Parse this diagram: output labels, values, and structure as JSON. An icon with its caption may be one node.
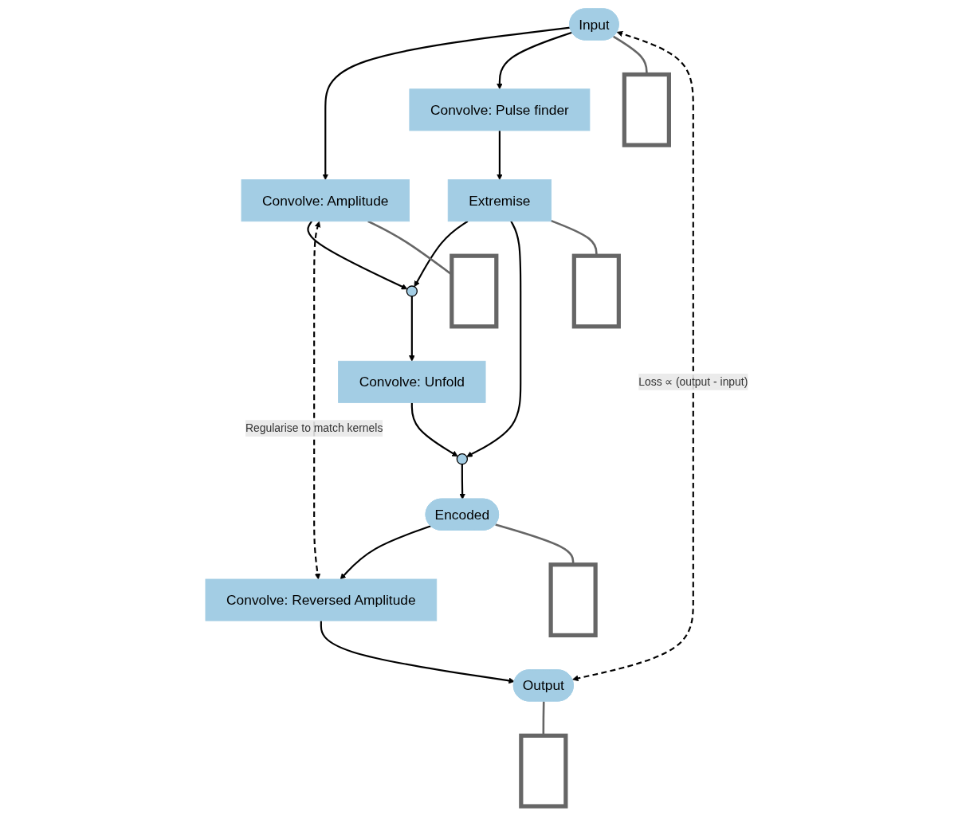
{
  "diagram": {
    "nodes": [
      {
        "text": [
          "Input"
        ]
      },
      {
        "text": [
          "Convolve: Pulse finder"
        ]
      },
      {
        "text": [
          "Convolve: Amplitude"
        ]
      },
      {
        "text": [
          "Extremise"
        ]
      },
      {
        "text": [],
        "shape": "circle"
      },
      {
        "text": [
          "Convolve: Unfold"
        ]
      },
      {
        "text": [],
        "shape": "circle"
      },
      {
        "text": [
          "Encoded"
        ]
      },
      {
        "text": [
          "Convolve: Reversed Amplitude"
        ]
      },
      {
        "text": [
          "Output"
        ]
      },
      {
        "text": [],
        "shape": "box"
      },
      {
        "text": [],
        "shape": "box"
      },
      {
        "text": [],
        "shape": "box"
      },
      {
        "text": [],
        "shape": "box"
      },
      {
        "text": [],
        "shape": "box"
      }
    ],
    "edges": [
      {
        "from": 0,
        "to": 2,
        "arrow": "to"
      },
      {
        "from": 0,
        "to": 1,
        "arrow": "to"
      },
      {
        "from": 1,
        "to": 3,
        "arrow": "to"
      },
      {
        "from": 2,
        "to": 4,
        "arrow": "to"
      },
      {
        "from": 3,
        "to": 4,
        "arrow": "to"
      },
      {
        "from": 4,
        "to": 5,
        "arrow": "to"
      },
      {
        "from": 5,
        "to": 6,
        "arrow": "to"
      },
      {
        "from": 3,
        "to": 6,
        "arrow": "to"
      },
      {
        "from": 6,
        "to": 7,
        "arrow": "to"
      },
      {
        "from": 7,
        "to": 8,
        "arrow": "to"
      },
      {
        "from": 8,
        "to": 9,
        "arrow": "to"
      },
      {
        "from": 9,
        "to": 0,
        "arrow": "both",
        "style": "dashed",
        "label": "Loss ∝ (output - input)"
      },
      {
        "from": 2,
        "to": 8,
        "arrow": "both",
        "style": "dashed",
        "label": "Regularise to match kernels"
      },
      {
        "from": 0,
        "to": 10,
        "arrow": "none",
        "color": "#666666"
      },
      {
        "from": 2,
        "to": 11,
        "arrow": "none",
        "color": "#666666"
      },
      {
        "from": 3,
        "to": 12,
        "arrow": "none",
        "color": "#666666"
      },
      {
        "from": 7,
        "to": 13,
        "arrow": "none",
        "color": "#666666"
      },
      {
        "from": 9,
        "to": 14,
        "arrow": "none",
        "color": "#666666"
      }
    ]
  }
}
